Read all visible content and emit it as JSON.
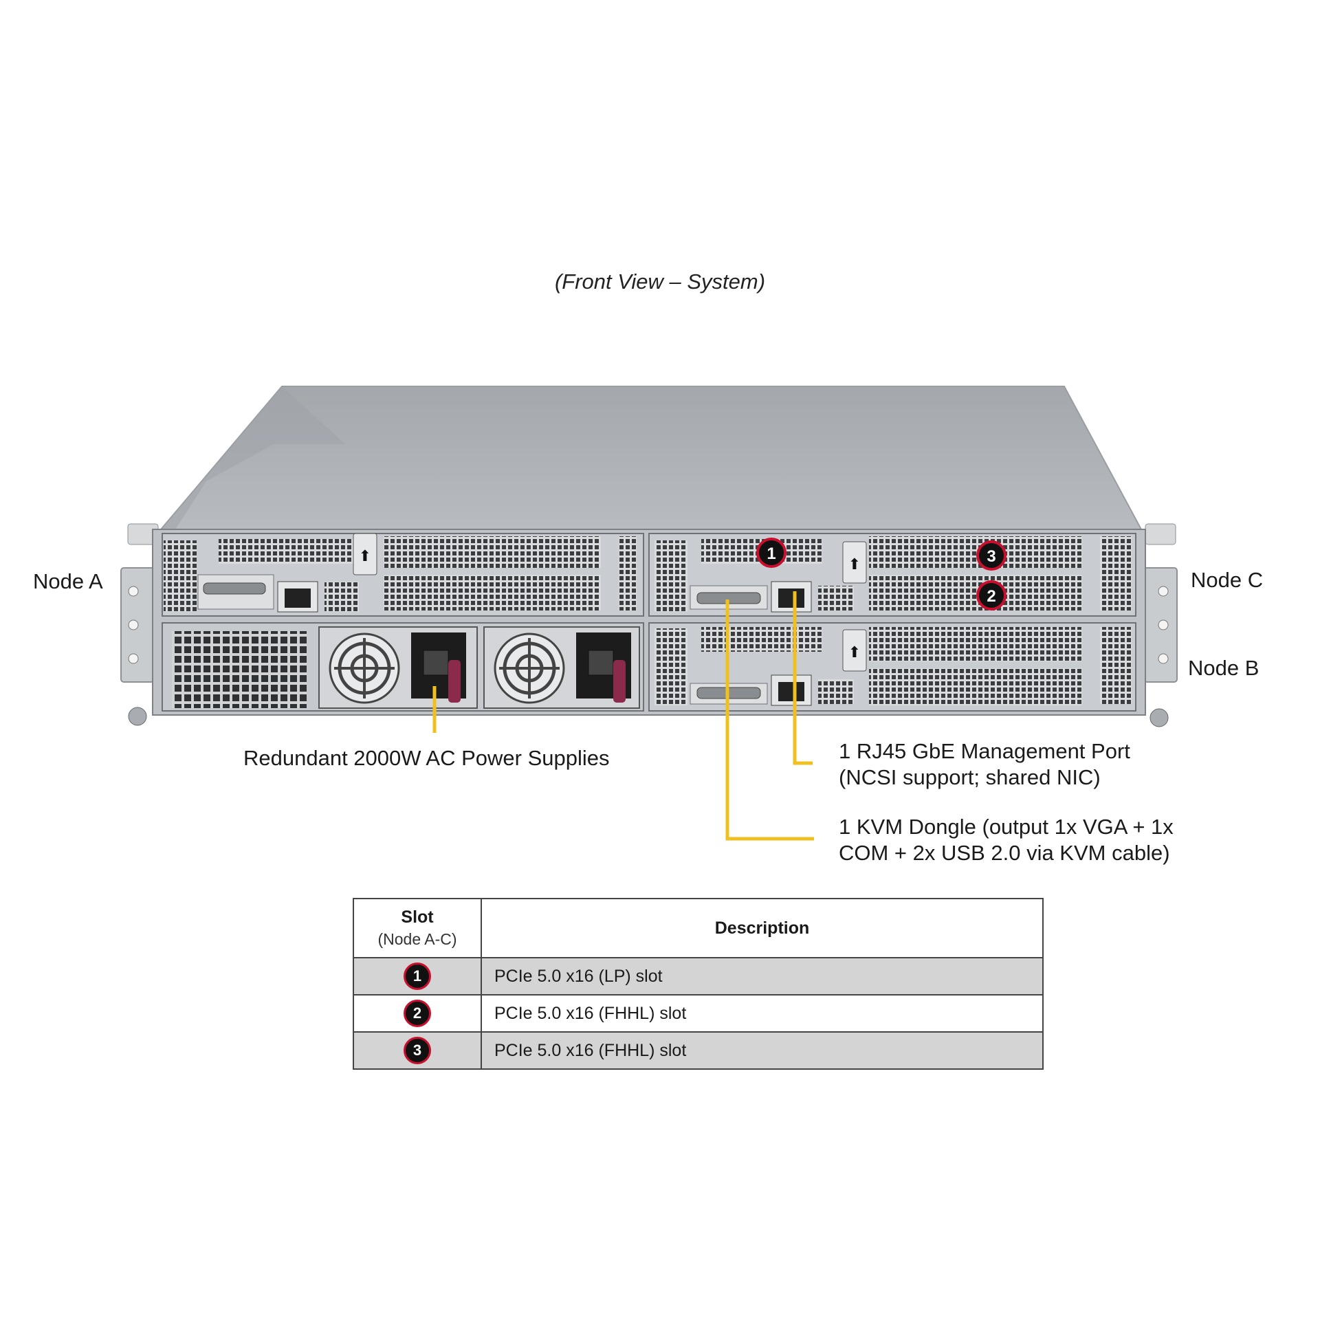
{
  "caption": "(Front View – System)",
  "nodes": {
    "a": "Node A",
    "b": "Node B",
    "c": "Node C"
  },
  "badges": {
    "one": "1",
    "two": "2",
    "three": "3"
  },
  "callouts": {
    "power": "Redundant  2000W AC Power Supplies",
    "rj45_line1": "1 RJ45 GbE Management  Port",
    "rj45_line2": "(NCSI support;  shared NIC)",
    "kvm_line1": "1 KVM Dongle (output  1x VGA + 1x",
    "kvm_line2": "COM + 2x USB 2.0 via KVM cable)"
  },
  "table": {
    "header_slot": "Slot",
    "header_slot_sub": "(Node  A-C)",
    "header_desc": "Description",
    "rows": [
      {
        "slot": "1",
        "desc": "PCIe  5.0 x16 (LP)  slot"
      },
      {
        "slot": "2",
        "desc": "PCIe  5.0 x16 (FHHL)  slot"
      },
      {
        "slot": "3",
        "desc": "PCIe  5.0 x16 (FHHL)  slot"
      }
    ]
  },
  "colors": {
    "callout_line": "#f0c020",
    "badge_ring": "#c8102e",
    "chassis": "#b9bcc0",
    "chassis_top": "#a7abb0"
  }
}
